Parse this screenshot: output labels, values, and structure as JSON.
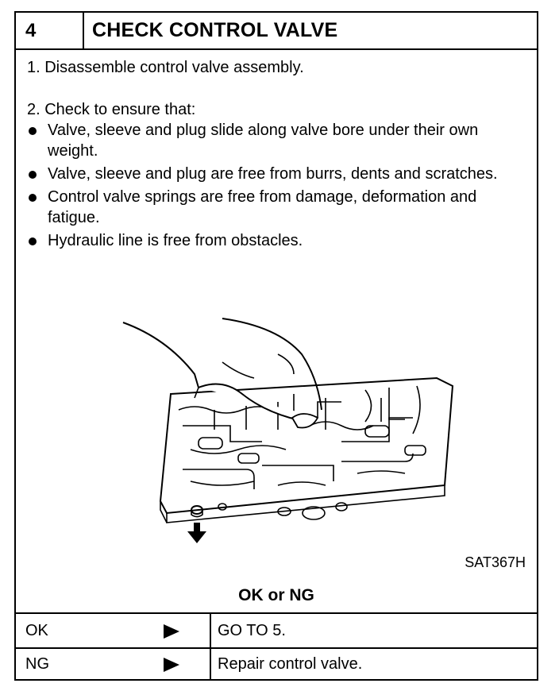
{
  "step": {
    "number": "4",
    "title": "CHECK CONTROL VALVE"
  },
  "instructions": {
    "step1": "1.  Disassemble control valve assembly.",
    "step2": "2.  Check to ensure that:",
    "checks": [
      "Valve, sleeve and plug slide along valve bore under their own weight.",
      "Valve, sleeve and plug are free from burrs, dents and scratches.",
      "Control valve springs are free from damage, deformation and fatigue.",
      "Hydraulic line is free from obstacles."
    ]
  },
  "figure": {
    "code": "SAT367H"
  },
  "decision": {
    "heading": "OK or NG",
    "rows": [
      {
        "result": "OK",
        "action": "GO TO 5."
      },
      {
        "result": "NG",
        "action": "Repair control valve."
      }
    ]
  }
}
